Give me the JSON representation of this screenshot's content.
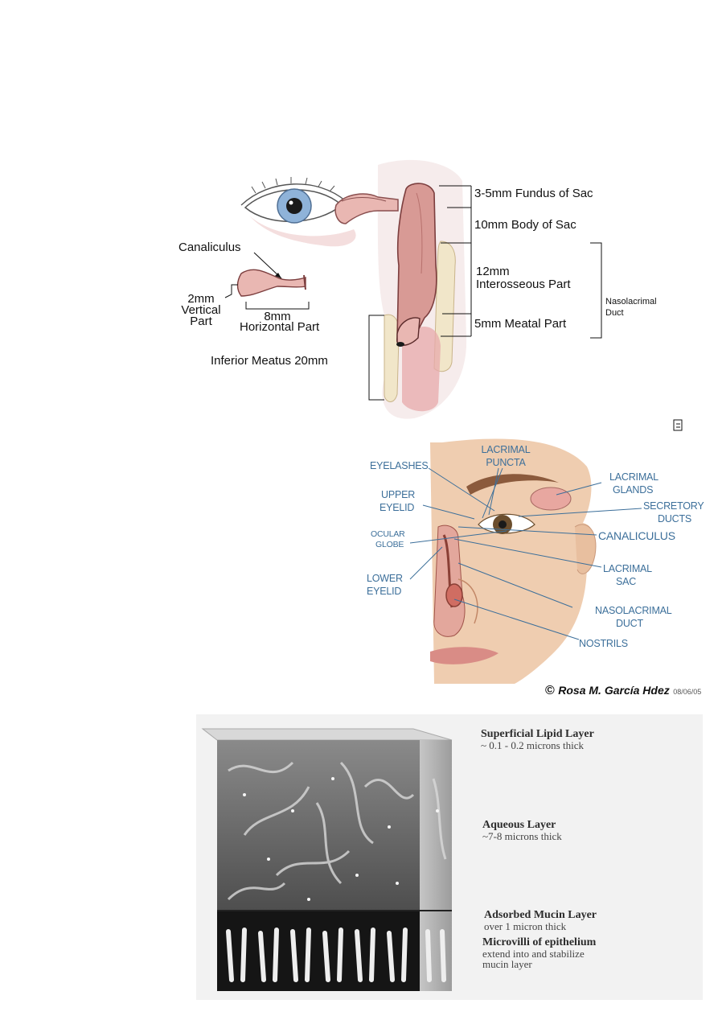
{
  "lacrimal_drainage": {
    "labels": {
      "fundus": "3-5mm Fundus of Sac",
      "body": "10mm Body of Sac",
      "interosseous_1": "12mm",
      "interosseous_2": "Interosseous Part",
      "meatal": "5mm Meatal Part",
      "nasolacrimal_1": "Nasolacrimal",
      "nasolacrimal_2": "Duct",
      "canaliculus": "Canaliculus",
      "vertical_1": "2mm",
      "vertical_2": "Vertical",
      "vertical_3": "Part",
      "horizontal_1": "8mm",
      "horizontal_2": "Horizontal Part",
      "inferior_meatus": "Inferior Meatus 20mm"
    },
    "colors": {
      "tissue": "#e9b7b2",
      "duct": "#d89a95",
      "bone": "#f1e6c9",
      "iris": "#8fb3d9"
    }
  },
  "lacrimal_apparatus": {
    "labels": {
      "lacrimal_puncta_1": "LACRIMAL",
      "lacrimal_puncta_2": "PUNCTA",
      "eyelashes": "EYELASHES",
      "lacrimal_glands_1": "LACRIMAL",
      "lacrimal_glands_2": "GLANDS",
      "upper_eyelid_1": "UPPER",
      "upper_eyelid_2": "EYELID",
      "secretory_ducts_1": "SECRETORY",
      "secretory_ducts_2": "DUCTS",
      "ocular_globe_1": "OCULAR",
      "ocular_globe_2": "GLOBE",
      "canaliculus": "CANALICULUS",
      "lacrimal_sac_1": "LACRIMAL",
      "lacrimal_sac_2": "SAC",
      "lower_eyelid_1": "LOWER",
      "lower_eyelid_2": "EYELID",
      "nasolacrimal_duct_1": "NASOLACRIMAL",
      "nasolacrimal_duct_2": "DUCT",
      "nostrils": "NOSTRILS"
    },
    "credit_symbol": "©",
    "credit_name": "Rosa M. García Hdez",
    "credit_date": "08/06/05",
    "colors": {
      "label": "#3c6f9a",
      "skin": "#efcdb0",
      "lip": "#d98c86",
      "iris": "#6b4e2e"
    }
  },
  "tear_film": {
    "layers": [
      {
        "title": "Superficial Lipid Layer",
        "detail": "~ 0.1 - 0.2 microns thick"
      },
      {
        "title": "Aqueous Layer",
        "detail": "~7-8 microns thick"
      },
      {
        "title": "Adsorbed Mucin Layer",
        "detail": "over 1 micron thick"
      },
      {
        "title": "Microvilli of epithelium",
        "detail_1": "extend into and stabilize",
        "detail_2": "mucin layer"
      }
    ],
    "colors": {
      "aqueous": "#6e6e6e",
      "mucin": "#151515",
      "background": "#f2f2f2"
    }
  }
}
